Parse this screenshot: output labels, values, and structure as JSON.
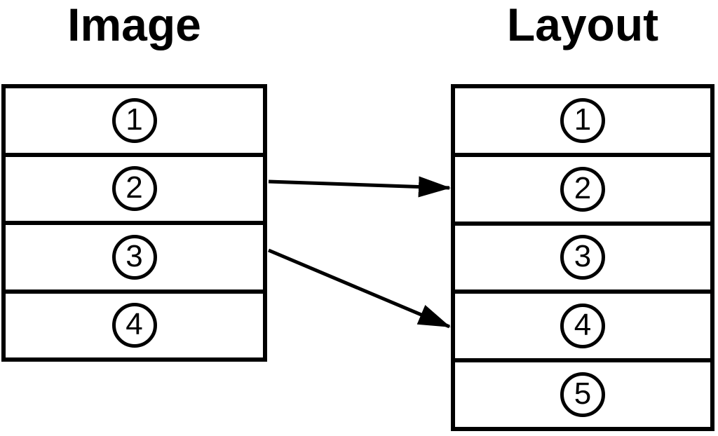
{
  "diagram": {
    "background": "#ffffff",
    "line_color": "#000000"
  },
  "image_stack": {
    "title": "Image",
    "rows": [
      "1",
      "2",
      "3",
      "4"
    ]
  },
  "layout_stack": {
    "title": "Layout",
    "rows": [
      "1",
      "2",
      "3",
      "4",
      "5"
    ]
  },
  "arrows": [
    {
      "label": "image row 2 maps to layout row 2",
      "from": "image-row-2",
      "to": "layout-row-2"
    },
    {
      "label": "image row 3 maps to layout row 4",
      "from": "image-row-3",
      "to": "layout-row-4"
    }
  ]
}
